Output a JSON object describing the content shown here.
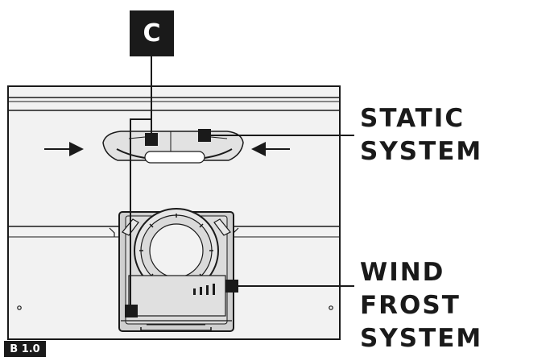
{
  "figure": {
    "badge": "C",
    "callouts": [
      {
        "lines": [
          "STATIC",
          "SYSTEM"
        ]
      },
      {
        "lines": [
          "WIND FROST",
          "SYSTEM"
        ]
      }
    ],
    "figure_label": "B 1.0"
  },
  "colors": {
    "ink": "#1a1a1a",
    "panel": "#f2f2f2",
    "unit": "#cfcfcf",
    "inner": "#ececec"
  }
}
